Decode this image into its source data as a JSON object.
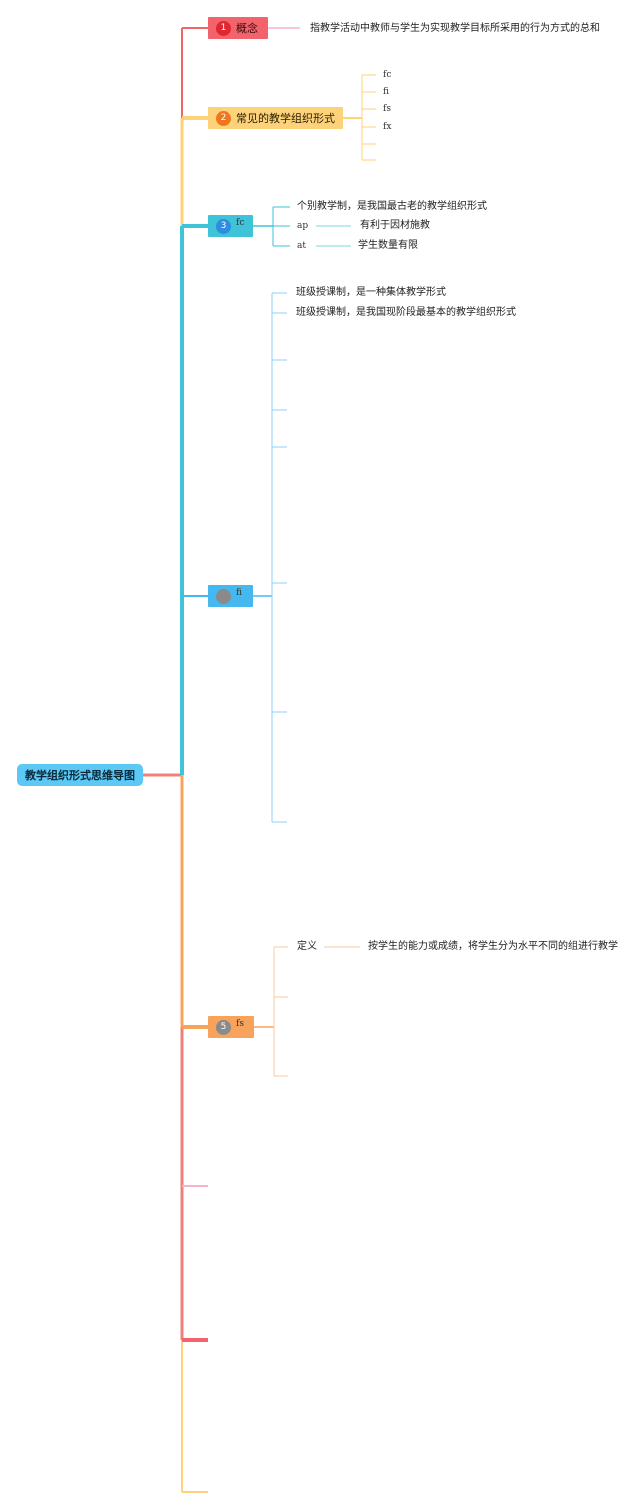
{
  "root": {
    "label": "教学组织形式思维导图"
  },
  "branches": [
    {
      "number": "1",
      "label": "概念"
    },
    {
      "number": "2",
      "label": "常见的教学组织形式"
    },
    {
      "number": "3",
      "label": "fc"
    },
    {
      "number": "",
      "label": "fi"
    },
    {
      "number": "5",
      "label": "fs"
    }
  ],
  "concept": {
    "definition": "指教学活动中教师与学生为实现教学目标所采用的行为方式的总和"
  },
  "forms": {
    "items": [
      "fc",
      "fi",
      "fs",
      "fx"
    ]
  },
  "fc": {
    "item1": "个别教学制，是我国最古老的教学组织形式",
    "ap_key": "ap",
    "ap_value": "有利于因材施教",
    "at_key": "at",
    "at_value": "学生数量有限"
  },
  "fi": {
    "item1": "班级授课制，是一种集体教学形式",
    "item2": "班级授课制，是我国现阶段最基本的教学组织形式"
  },
  "fs": {
    "def_key": "定义",
    "def_value": "按学生的能力或成绩，将学生分为水平不同的组进行教学"
  },
  "colors": {
    "red": "#f2636b",
    "yellow": "#fdd27a",
    "cyan": "#3ec3d8",
    "blue": "#45b8f0",
    "orange": "#f7a35c",
    "pink": "#f8b3c8",
    "salmon": "#f0807a"
  }
}
